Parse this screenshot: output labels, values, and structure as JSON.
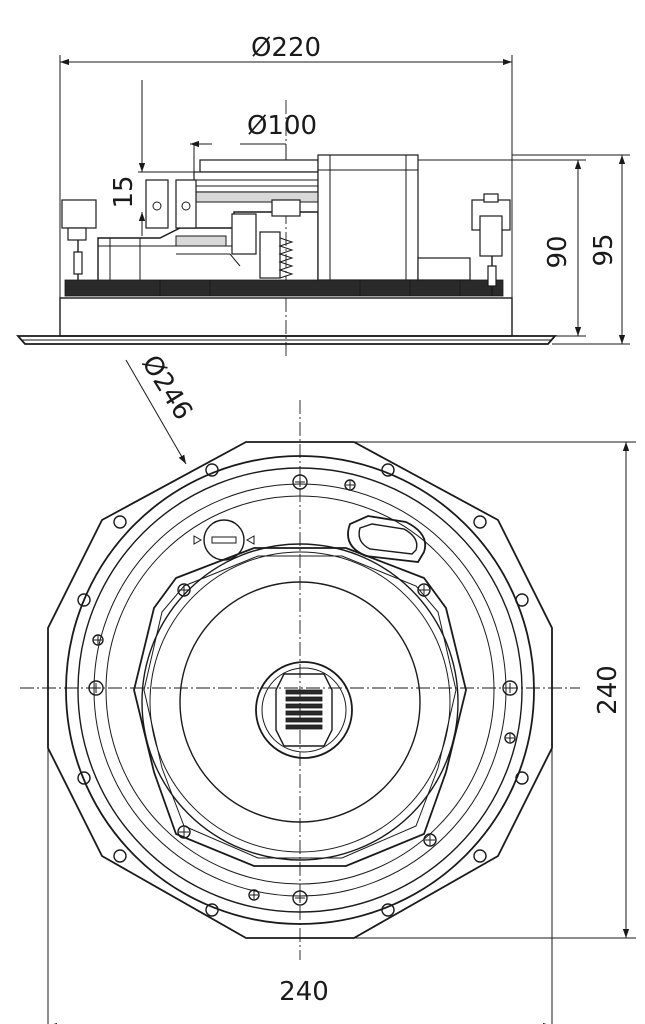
{
  "dimensions": {
    "top_diameter": "Ø220",
    "inner_diameter": "Ø100",
    "offset_depth": "15",
    "body_height": "90",
    "total_height": "95",
    "flange_diameter": "Ø246",
    "front_height": "240",
    "front_width": "240"
  }
}
